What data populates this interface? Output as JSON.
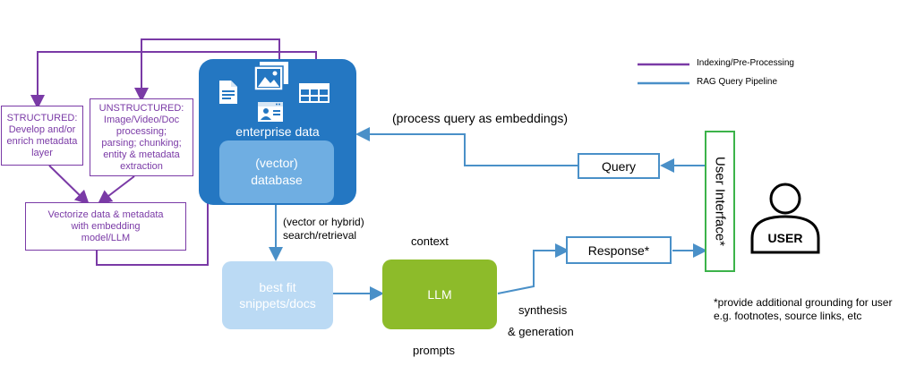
{
  "legend": {
    "indexing": "Indexing/Pre-Processing",
    "rag": "RAG Query Pipeline",
    "colors": {
      "indexing": "#7a3aa6",
      "rag": "#4a90c8"
    }
  },
  "structured": {
    "lines": [
      "STRUCTURED:",
      "Develop and/or",
      "enrich metadata",
      "layer"
    ]
  },
  "unstructured": {
    "lines": [
      "UNSTRUCTURED:",
      "Image/Video/Doc",
      "processing;",
      "parsing; chunking;",
      "entity & metadata",
      "extraction"
    ]
  },
  "vectorize": {
    "lines": [
      "Vectorize data & metadata",
      "with embedding",
      "model/LLM"
    ]
  },
  "enterprise": {
    "label": "enterprise data",
    "db_lines": [
      "(vector)",
      "database"
    ],
    "icons": [
      "document-icon",
      "image-icon",
      "table-icon",
      "video-icon"
    ]
  },
  "process_query": "(process query as embeddings)",
  "query": "Query",
  "search": {
    "lines": [
      "(vector or hybrid)",
      "search/retrieval"
    ]
  },
  "context": "context",
  "prompts": "prompts",
  "snippets": {
    "lines": [
      "best fit",
      "snippets/docs"
    ]
  },
  "llm": "LLM",
  "synthesis": {
    "lines": [
      "synthesis",
      "& generation"
    ]
  },
  "response": "Response*",
  "ui": "User Interface*",
  "user": "USER",
  "footnote": {
    "lines": [
      "*provide additional grounding for user",
      "e.g. footnotes, source links, etc"
    ]
  }
}
